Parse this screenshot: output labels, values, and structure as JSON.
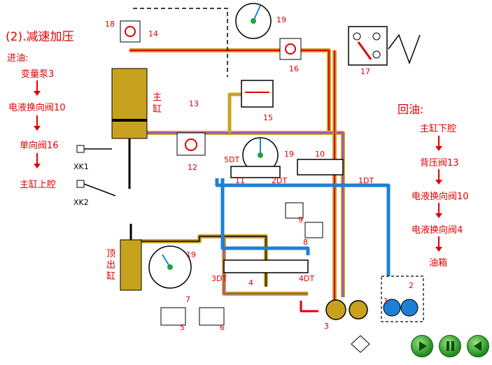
{
  "title": "(2).减速加压",
  "inflow": {
    "heading": "进油:",
    "steps": [
      "变量泵3",
      "电液换向阀10",
      "单向阀16",
      "主缸上腔"
    ]
  },
  "return": {
    "heading": "回油:",
    "steps": [
      "主缸下腔",
      "背压阀13",
      "电液换向阀10",
      "电液换向阀4",
      "油箱"
    ]
  },
  "labels": {
    "main_cyl_1": "主",
    "main_cyl_2": "缸",
    "top_cyl_1": "顶",
    "top_cyl_2": "出",
    "top_cyl_3": "缸",
    "xk1": "XK1",
    "xk2": "XK2",
    "n18": "18",
    "n14": "14",
    "n19a": "19",
    "n16": "16",
    "n17": "17",
    "n15": "15",
    "n13": "13",
    "n12": "12",
    "n19b": "19",
    "n10": "10",
    "n11": "11",
    "n5dt": "5DT",
    "n2dt": "2DT",
    "n1dt": "1DT",
    "n9": "9",
    "n8": "8",
    "n19c": "19",
    "n3dt": "3DT",
    "n4": "4",
    "n4dt": "4DT",
    "n7": "7",
    "n5": "5",
    "n6": "6",
    "n3": "3",
    "n1": "1",
    "n2": "2"
  },
  "colors": {
    "red": "#e00000",
    "oil_yellow": "#c9a227",
    "blue": "#1e7fd6",
    "purple": "#9b3fd6",
    "cyl_gold": "#c8a21e"
  },
  "nav": [
    "play-icon",
    "pause-icon",
    "back-icon"
  ]
}
